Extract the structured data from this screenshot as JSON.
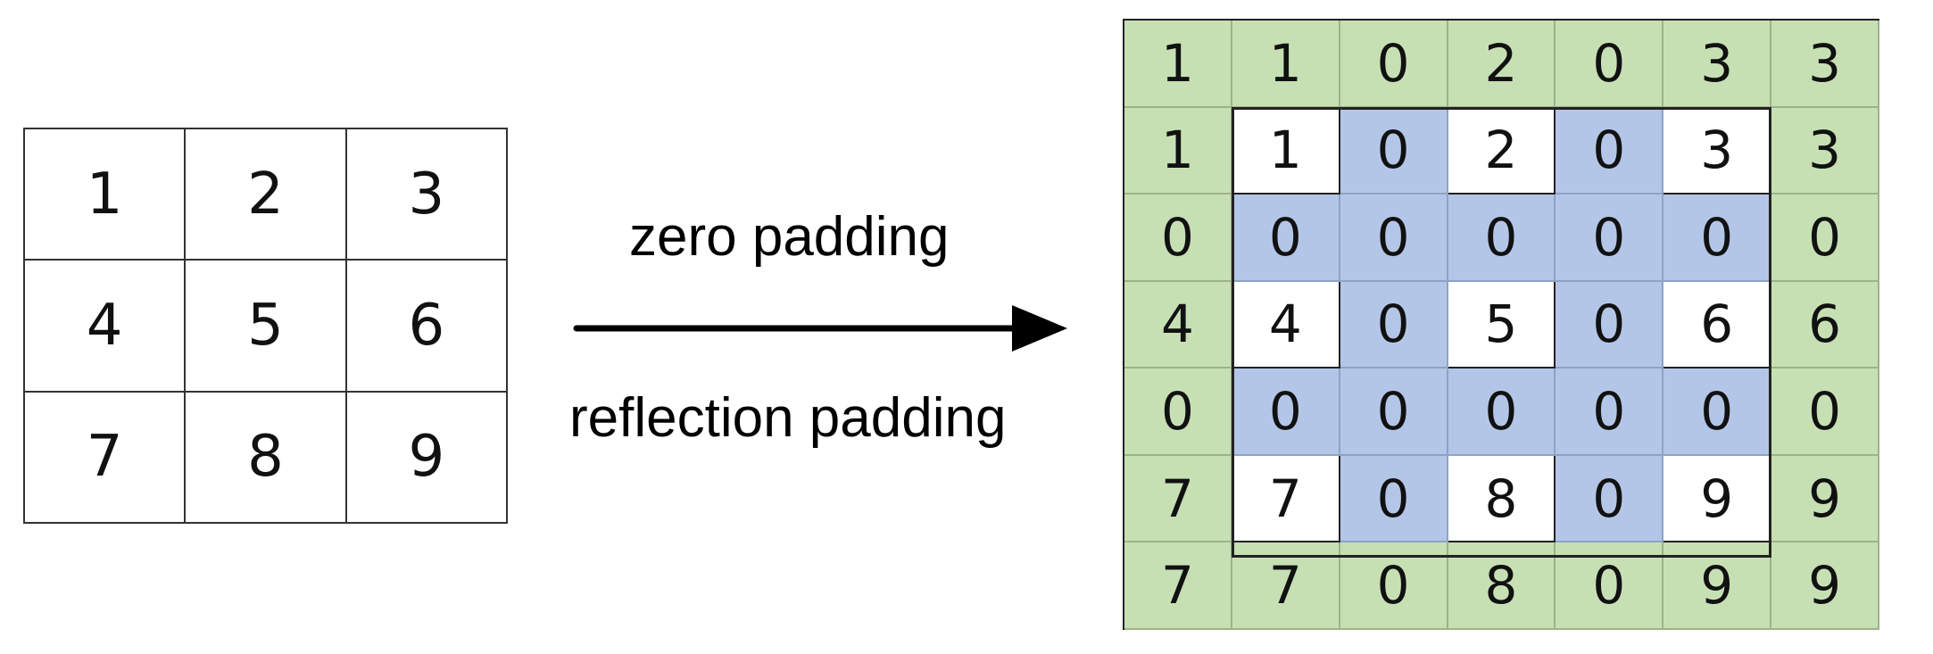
{
  "input_matrix": {
    "rows": [
      [
        "1",
        "2",
        "3"
      ],
      [
        "4",
        "5",
        "6"
      ],
      [
        "7",
        "8",
        "9"
      ]
    ]
  },
  "arrow": {
    "top_label": "zero padding",
    "bottom_label": "reflection padding"
  },
  "output_matrix": {
    "rows": [
      [
        "1",
        "1",
        "0",
        "2",
        "0",
        "3",
        "3"
      ],
      [
        "1",
        "1",
        "0",
        "2",
        "0",
        "3",
        "3"
      ],
      [
        "0",
        "0",
        "0",
        "0",
        "0",
        "0",
        "0"
      ],
      [
        "4",
        "4",
        "0",
        "5",
        "0",
        "6",
        "6"
      ],
      [
        "0",
        "0",
        "0",
        "0",
        "0",
        "0",
        "0"
      ],
      [
        "7",
        "7",
        "0",
        "8",
        "0",
        "9",
        "9"
      ],
      [
        "7",
        "7",
        "0",
        "8",
        "0",
        "9",
        "9"
      ]
    ],
    "fills": [
      [
        "green",
        "green",
        "green",
        "green",
        "green",
        "green",
        "green"
      ],
      [
        "green",
        "white",
        "blue",
        "white",
        "blue",
        "white",
        "green"
      ],
      [
        "green",
        "blue",
        "blue",
        "blue",
        "blue",
        "blue",
        "green"
      ],
      [
        "green",
        "white",
        "blue",
        "white",
        "blue",
        "white",
        "green"
      ],
      [
        "green",
        "blue",
        "blue",
        "blue",
        "blue",
        "blue",
        "green"
      ],
      [
        "green",
        "white",
        "blue",
        "white",
        "blue",
        "white",
        "green"
      ],
      [
        "green",
        "green",
        "green",
        "green",
        "green",
        "green",
        "green"
      ]
    ]
  },
  "colors": {
    "green": "#c6e0b4",
    "blue": "#b4c6e7",
    "white": "#ffffff",
    "arrow": "#000000"
  }
}
